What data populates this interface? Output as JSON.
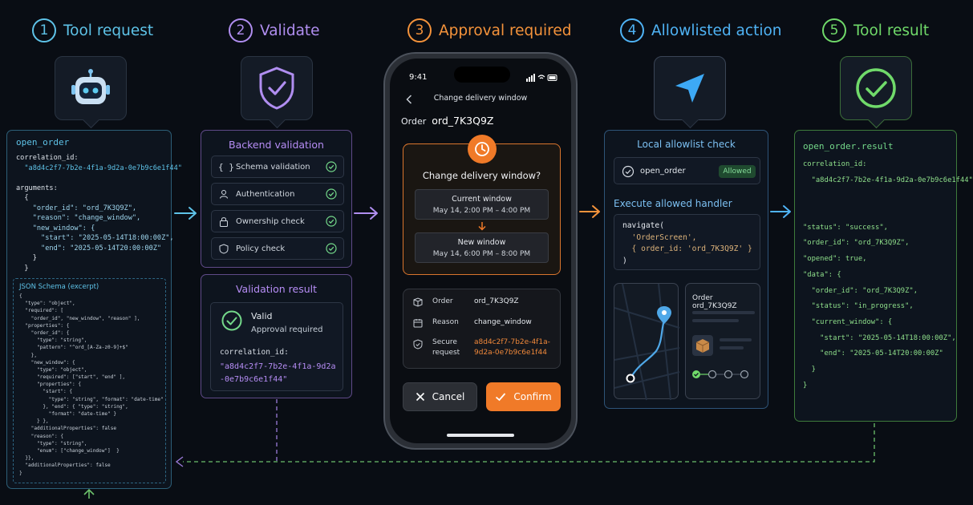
{
  "steps": [
    {
      "num": "1",
      "label": "Tool request"
    },
    {
      "num": "2",
      "label": "Validate"
    },
    {
      "num": "3",
      "label": "Approval required"
    },
    {
      "num": "4",
      "label": "Allowlisted action"
    },
    {
      "num": "5",
      "label": "Tool result"
    }
  ],
  "icons": {
    "step1": "robot-icon",
    "step2": "shield-check-icon",
    "step4": "navigation-arrow-icon",
    "step5": "check-circle-icon"
  },
  "colors": {
    "cyan": "#5ec3e8",
    "purple": "#b08ef0",
    "orange": "#f5933b",
    "blue": "#4fb3f5",
    "green": "#70da6a",
    "background": "#090d14"
  },
  "request": {
    "tool": "open_order",
    "lines": [
      "correlation_id:",
      "  \"a8d4c2f7-7b2e-4f1a-9d2a-0e7b9c6e1f44\"",
      "",
      "arguments:",
      "  {",
      "    \"order_id\": \"ord_7K3Q9Z\",",
      "    \"reason\": \"change_window\",",
      "    \"new_window\": {",
      "      \"start\": \"2025-05-14T18:00:00Z\",",
      "      \"end\": \"2025-05-14T20:00:00Z\"",
      "    }",
      "  }"
    ],
    "schema_title": "JSON Schema (excerpt)",
    "schema_lines": [
      "{",
      "  \"type\": \"object\",",
      "  \"required\": [",
      "    \"order_id\", \"new_window\", \"reason\" ],",
      "  \"properties\": {",
      "    \"order_id\": {",
      "      \"type\": \"string\",",
      "      \"pattern\": \"^ord_[A-Za-z0-9]+$\"",
      "    },",
      "    \"new_window\": {",
      "      \"type\": \"object\",",
      "      \"required\": [\"start\", \"end\" ],",
      "      \"properties\": {",
      "        \"start\": {",
      "          \"type\": \"string\", \"format\": \"date-time\"",
      "        }, \"end\": { \"type\": \"string\",",
      "          \"format\": \"date-time\" }",
      "      } },",
      "    \"additionalProperties\": false",
      "    \"reason\": {",
      "      \"type\": \"string\",",
      "      \"enum\": [\"change_window\"]  }",
      "  }},",
      "  \"additionalProperties\": false",
      "}"
    ]
  },
  "validate": {
    "title": "Backend validation",
    "checks": [
      {
        "label": "Schema validation",
        "icon": "braces-icon"
      },
      {
        "label": "Authentication",
        "icon": "user-icon"
      },
      {
        "label": "Ownership check",
        "icon": "lock-icon"
      },
      {
        "label": "Policy check",
        "icon": "shield-icon"
      }
    ],
    "result_title": "Validation result",
    "result_status": "Valid",
    "result_sub": "Approval required",
    "correlation_label": "correlation_id:",
    "correlation_value": "\"a8d4c2f7-7b2e-4f1a-9d2a-0e7b9c6e1f44\""
  },
  "phone": {
    "time": "9:41",
    "header": "Change delivery window",
    "order_label": "Order",
    "order_id": "ord_7K3Q9Z",
    "card_title": "Change delivery window?",
    "current_label": "Current window",
    "current_value": "May 14, 2:00 PM – 4:00 PM",
    "new_label": "New window",
    "new_value": "May 14, 6:00 PM – 8:00 PM",
    "details": [
      {
        "label": "Order",
        "value": "ord_7K3Q9Z",
        "icon": "box-icon"
      },
      {
        "label": "Reason",
        "value": "change_window",
        "icon": "calendar-icon"
      },
      {
        "label": "Secure request",
        "value": "a8d4c2f7-7b2e-4f1a-9d2a-0e7b9c6e1f44",
        "icon": "shield-icon"
      }
    ],
    "cancel_label": "Cancel",
    "confirm_label": "Confirm"
  },
  "allowlist": {
    "title": "Local allowlist check",
    "item": "open_order",
    "badge": "Allowed",
    "handler_title": "Execute allowed handler",
    "code_lines": [
      "navigate(",
      "  'OrderScreen',",
      "  { order_id: 'ord_7K3Q9Z' }",
      ")"
    ],
    "order_card_title": "Order ord_7K3Q9Z"
  },
  "result": {
    "title": "open_order.result",
    "lines": [
      "correlation_id:",
      "  \"a8d4c2f7-7b2e-4f1a-9d2a-0e7b9c6e1f44\"",
      "",
      "",
      "\"status\": \"success\",",
      "\"order_id\": \"ord_7K3Q9Z\",",
      "\"opened\": true,",
      "\"data\": {",
      "  \"order_id\": \"ord_7K3Q9Z\",",
      "  \"status\": \"in_progress\",",
      "  \"current_window\": {",
      "    \"start\": \"2025-05-14T18:00:00Z\",",
      "    \"end\": \"2025-05-14T20:00:00Z\"",
      "  }",
      "}"
    ]
  }
}
